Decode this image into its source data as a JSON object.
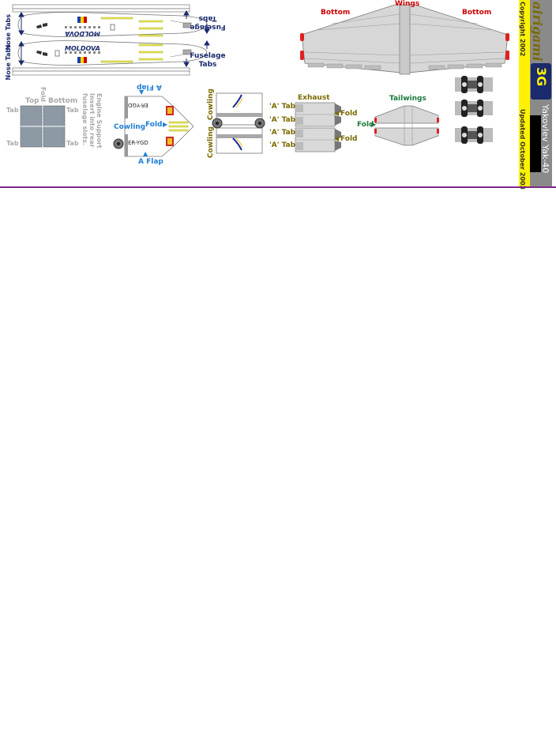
{
  "fuselage": {
    "nose_tabs_top": "Nose Tabs",
    "nose_tabs_bottom": "Nose Tabs",
    "fuselage_tabs_top": "Fuselage Tabs",
    "fuselage_tabs_bottom": "Fuselage Tabs",
    "livery_top": "MOLDOVA",
    "livery_bottom": "MOLDOVA"
  },
  "wings": {
    "title": "Wings",
    "left_label": "Bottom",
    "right_label": "Bottom"
  },
  "stabilizer": {
    "fold": "Fold",
    "top": "Top",
    "bottom": "Bottom",
    "tab_tl": "Tab",
    "tab_tr": "Tab",
    "tab_bl": "Tab",
    "tab_br": "Tab"
  },
  "engine_support": {
    "line1": "Engine Support",
    "line2": "Insert into rear",
    "line3": "fuselage slots."
  },
  "center_engine": {
    "a_flap_top": "A Flap",
    "a_flap_bottom": "A Flap",
    "cowling": "Cowling",
    "fold": "Fold",
    "reg_top": "ER-YGD",
    "reg_bottom": "ER-YGD"
  },
  "cowlings": {
    "top": "Cowling",
    "bottom": "Cowling"
  },
  "exhaust": {
    "title": "Exhaust",
    "a_tab_1": "'A' Tab",
    "a_tab_2": "'A' Tab",
    "a_tab_3": "'A' Tab",
    "a_tab_4": "'A' Tab",
    "fold_1": "Fold",
    "fold_2": "Fold"
  },
  "tailwings": {
    "title": "Tailwings",
    "fold": "Fold"
  },
  "sidebar": {
    "brand": "airigami",
    "badge": "3G",
    "copyright": "Copyright 2002",
    "updated": "Updated October 2003",
    "model": "Yakovlev Yak-40"
  },
  "colors": {
    "navy": "#1a2a6c",
    "red": "#cc0000",
    "olive": "#7a6a00",
    "blue": "#1f7fd6",
    "green": "#1a7a3a",
    "yellow": "#fff200",
    "grey_panel": "#8a8a8a",
    "rule": "#7a2a86"
  }
}
